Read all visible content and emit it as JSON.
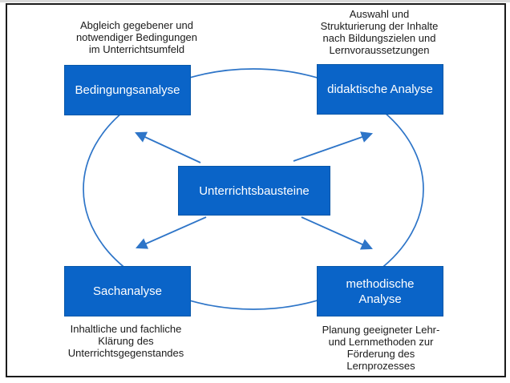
{
  "colors": {
    "box_fill": "#0a64c8",
    "box_border": "#0857a8",
    "box_text": "#ffffff",
    "connector_blue": "#2e75c8",
    "annotation_text": "#1a1a1a",
    "frame_border": "#1b1b1b",
    "top_edge_strip": "#d9d9d9"
  },
  "diagram": {
    "center": {
      "label": "Unterrichtsbausteine"
    },
    "nodes": [
      {
        "id": "bedingungsanalyse",
        "label": "Bedingungsanalyse",
        "annotation": "Abgleich gegebener und\nnotwendiger Bedingungen\nim Unterrichtsumfeld"
      },
      {
        "id": "didaktische-analyse",
        "label": "didaktische Analyse",
        "annotation": "Auswahl und\nStrukturierung der Inhalte\nnach Bildungszielen und\nLernvoraussetzungen"
      },
      {
        "id": "sachanalyse",
        "label": "Sachanalyse",
        "annotation": "Inhaltliche und fachliche\nKlärung des\nUnterrichtsgegenstandes"
      },
      {
        "id": "methodische-analyse",
        "label": "methodische\nAnalyse",
        "annotation": "Planung geeigneter Lehr-\nund Lernmethoden zur\nFörderung des\nLernprozesses"
      }
    ]
  }
}
